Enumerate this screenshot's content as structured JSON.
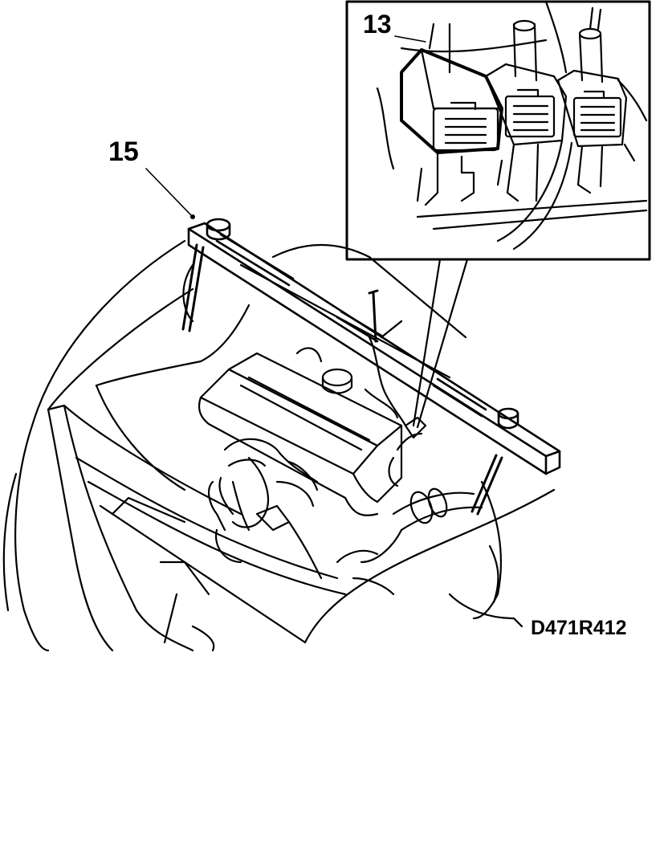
{
  "callouts": {
    "inset_part": "13",
    "tool_part": "15"
  },
  "figure_code": "D471R412",
  "colors": {
    "line": "#000000",
    "background": "#ffffff"
  }
}
